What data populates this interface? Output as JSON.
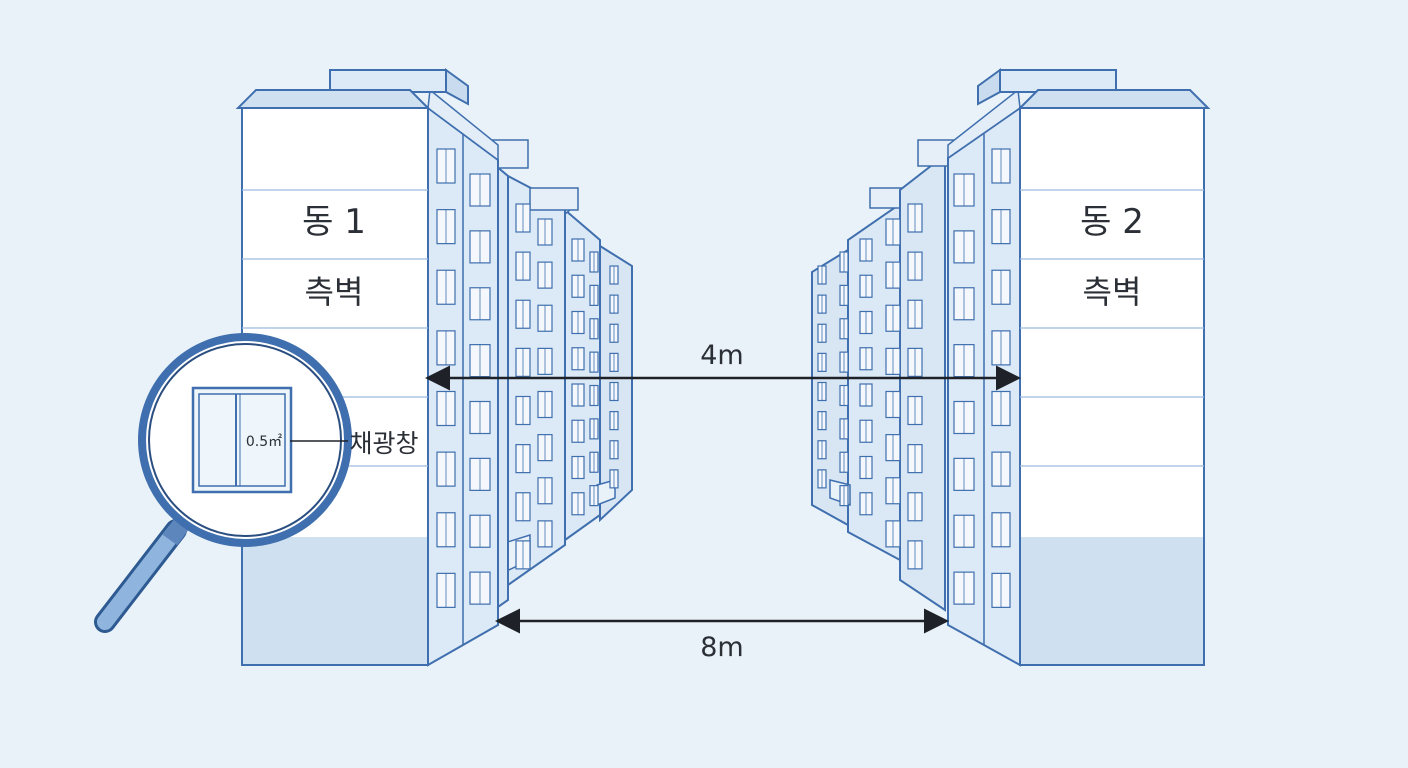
{
  "buildings": [
    {
      "name": "동 1",
      "wall_label": "측벽"
    },
    {
      "name": "동 2",
      "wall_label": "측벽"
    }
  ],
  "dimensions": {
    "upper": "4m",
    "lower": "8m"
  },
  "magnifier": {
    "window_area": "0.5㎡",
    "window_label": "채광창"
  },
  "colors": {
    "background": "#eaf2f9",
    "outline": "#3f6fae",
    "wall": "#ffffff",
    "facade": "#dce9f6",
    "base_shade": "#cfe0f1",
    "text": "#2b2f36"
  }
}
